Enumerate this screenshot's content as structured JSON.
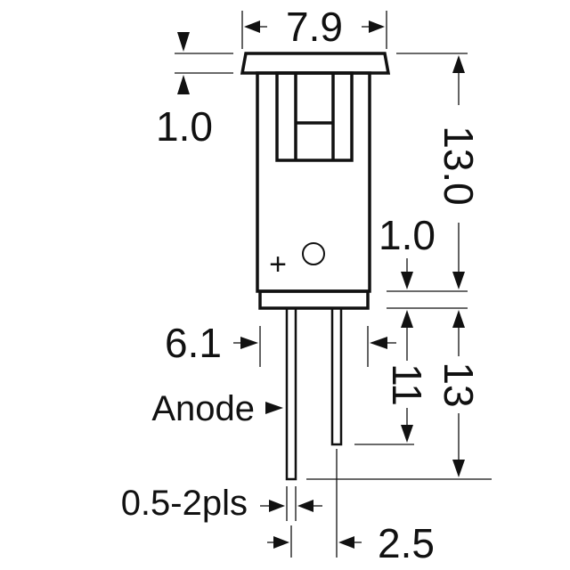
{
  "component": {
    "polarity_mark": "+"
  },
  "dimensions": {
    "flange_width": "7.9",
    "flange_thickness": "1.0",
    "body_height": "13.0",
    "base_thickness": "1.0",
    "lead_spacing_inner": "6.1",
    "short_lead_length": "11",
    "long_lead_length": "13",
    "lead_diameter": "0.5-2pls",
    "lead_pitch": "2.5"
  },
  "labels": {
    "anode": "Anode"
  },
  "colors": {
    "ink": "#111111",
    "background": "#ffffff"
  }
}
